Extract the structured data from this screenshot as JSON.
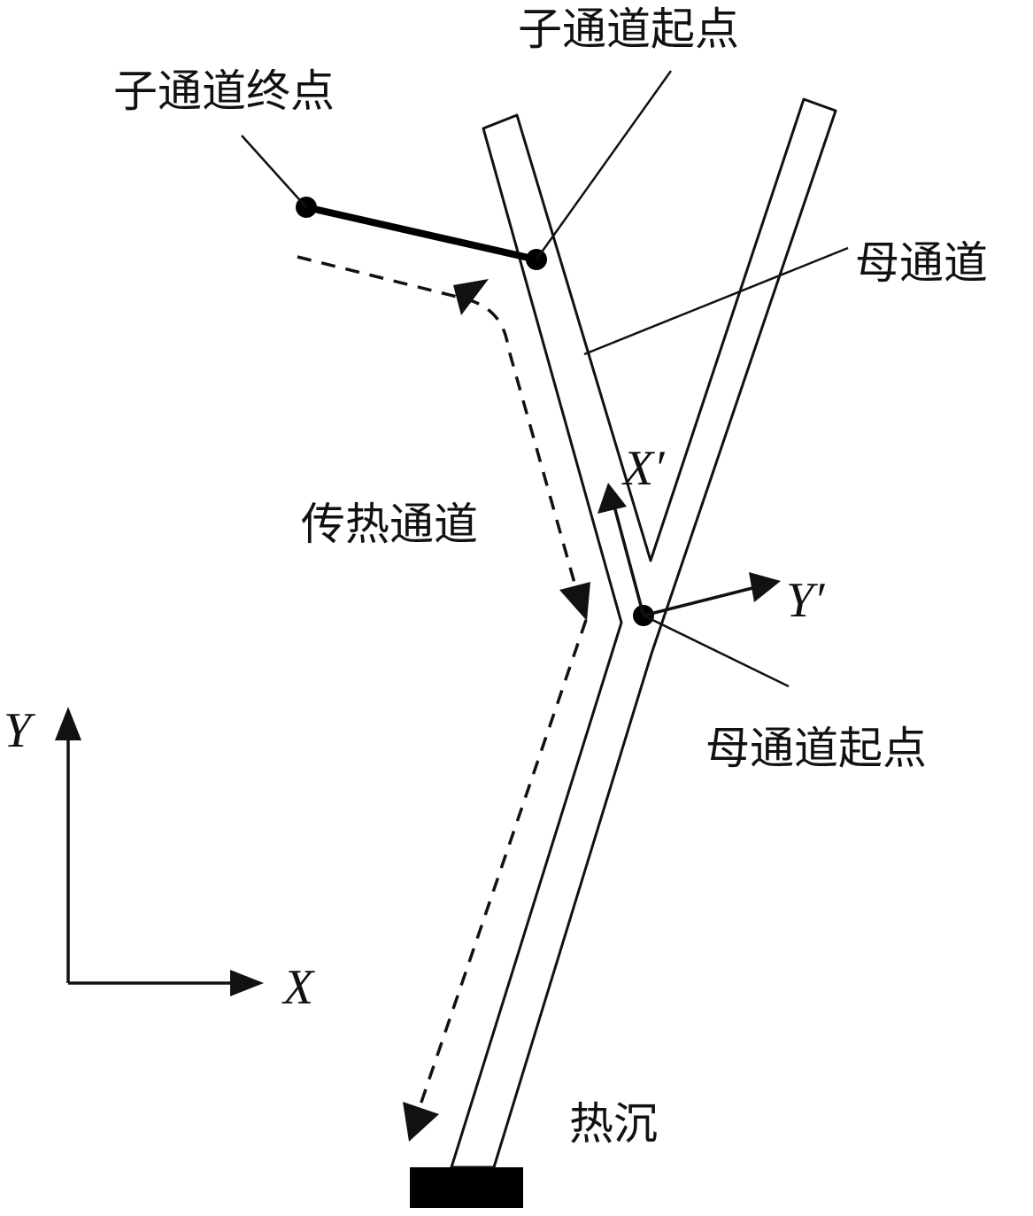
{
  "labels": {
    "sub_channel_end": "子通道终点",
    "sub_channel_start": "子通道起点",
    "parent_channel": "母通道",
    "heat_transfer_channel": "传热通道",
    "parent_channel_start": "母通道起点",
    "heat_sink": "热沉"
  },
  "axes": {
    "global_x": "X",
    "global_y": "Y",
    "local_x": "X′",
    "local_y": "Y′"
  },
  "colors": {
    "line": "#111111",
    "background": "#ffffff"
  }
}
